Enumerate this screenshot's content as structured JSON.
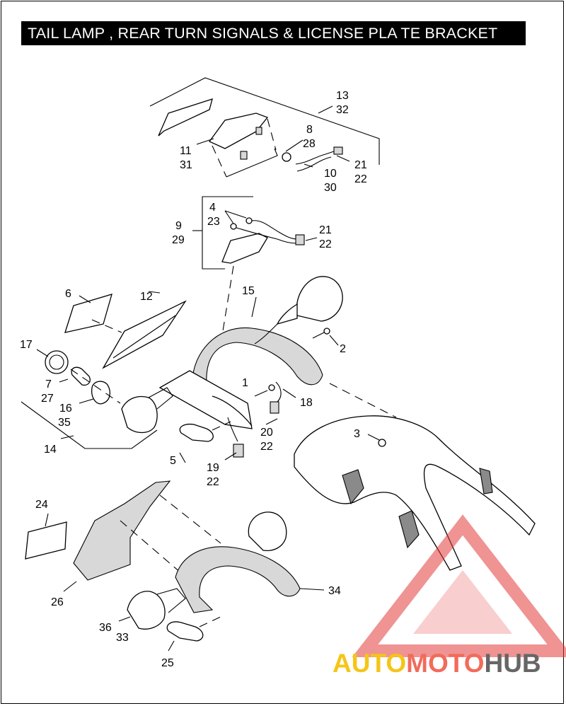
{
  "title": "TAIL LAMP , REAR TURN SIGNALS & LICENSE PLA TE BRACKET",
  "callouts": {
    "c13": "13",
    "c32": "32",
    "c8": "8",
    "c28": "28",
    "c11": "11",
    "c31": "31",
    "c21a": "21",
    "c22a": "22",
    "c10": "10",
    "c30": "30",
    "c4": "4",
    "c23": "23",
    "c9": "9",
    "c29": "29",
    "c21b": "21",
    "c22b": "22",
    "c6": "6",
    "c12": "12",
    "c15": "15",
    "c2": "2",
    "c17": "17",
    "c1": "1",
    "c7": "7",
    "c27": "27",
    "c18": "18",
    "c16": "16",
    "c35": "35",
    "c20": "20",
    "c22c": "22",
    "c3": "3",
    "c14": "14",
    "c5": "5",
    "c19": "19",
    "c22d": "22",
    "c24": "24",
    "c26": "26",
    "c34": "34",
    "c36": "36",
    "c33": "33",
    "c25": "25"
  },
  "watermark": {
    "part1": "AUTO",
    "part2": "MOTO",
    "part3": "HUB",
    "color1": "#f5c518",
    "color2": "#f26b5b",
    "color3": "#666666",
    "triangle_color": "#e23b3b"
  }
}
